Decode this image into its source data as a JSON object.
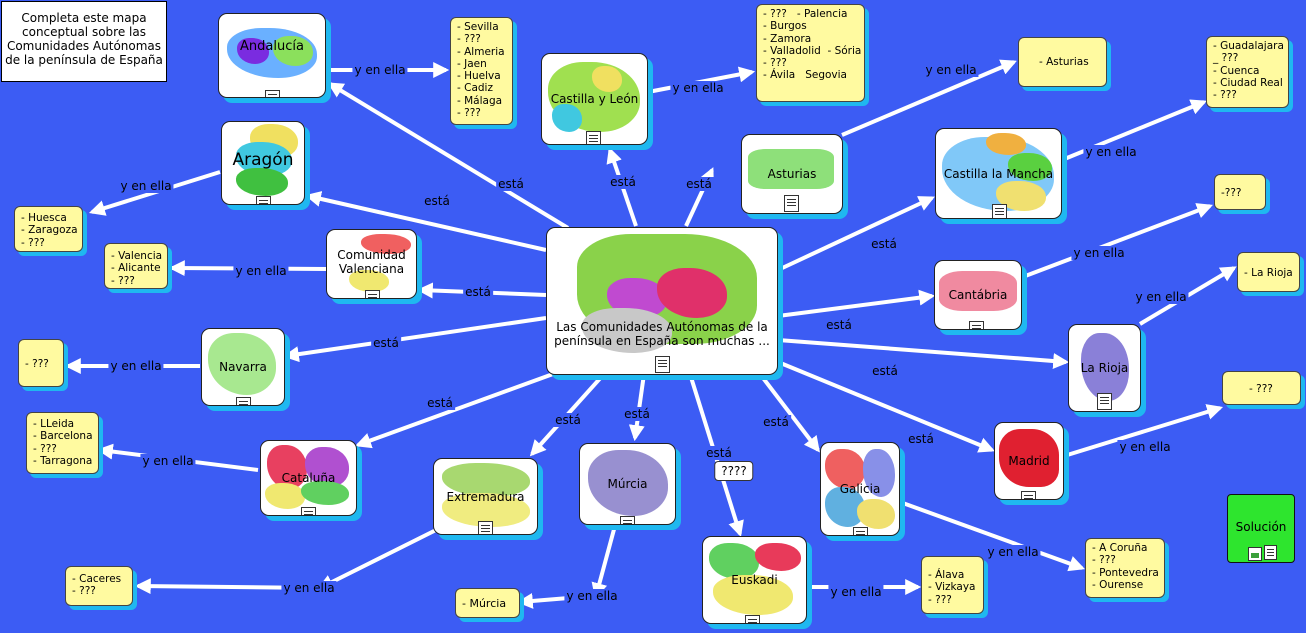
{
  "title": "Completa este mapa conceptual sobre las Comunidades Autónomas de la península de España",
  "center": {
    "text": "Las Comunidades Autónomas de la península en España son muchas ..."
  },
  "solution": "Solución",
  "link_labels": {
    "esta": "está",
    "y_en_ella": "y en ella",
    "unknown": "????"
  },
  "regions": [
    {
      "id": "andalucia",
      "name": "Andalucía",
      "link": "está",
      "color": "#6ab0ff"
    },
    {
      "id": "castilla-leon",
      "name": "Castilla y León",
      "link": "está",
      "color": "#a0e050"
    },
    {
      "id": "asturias",
      "name": "Asturias",
      "link": "está",
      "color": "#8ee07a"
    },
    {
      "id": "castilla-mancha",
      "name": "Castilla la Mancha",
      "link": "está",
      "color": "#f0b040"
    },
    {
      "id": "cantabria",
      "name": "Cantábria",
      "link": "está",
      "color": "#f08aa0"
    },
    {
      "id": "rioja",
      "name": "La Rioja",
      "link": "está",
      "color": "#8a80d8"
    },
    {
      "id": "madrid",
      "name": "Madrid",
      "link": "está",
      "color": "#e02030"
    },
    {
      "id": "galicia",
      "name": "Galicia",
      "link": "está",
      "color": "#80c0f0"
    },
    {
      "id": "euskadi",
      "name": "Euskadi",
      "link": "????",
      "color": "#60d060"
    },
    {
      "id": "murcia",
      "name": "Múrcia",
      "link": "está",
      "color": "#9890d0"
    },
    {
      "id": "extremadura",
      "name": "Extremadura",
      "link": "está",
      "color": "#e8e880"
    },
    {
      "id": "cataluna",
      "name": "Cataluña",
      "link": "está",
      "color": "#e84060"
    },
    {
      "id": "navarra",
      "name": "Navarra",
      "link": "está",
      "color": "#a8e890"
    },
    {
      "id": "valenciana",
      "name": "Comunidad Valenciana",
      "link": "está",
      "color": "#f06060"
    },
    {
      "id": "aragon",
      "name": "Aragón",
      "link": "está",
      "color": "#40c040"
    }
  ],
  "notes": [
    {
      "id": "andalucia",
      "text": "- Sevilla\n- ???\n- Almeria\n- Jaen\n- Huelva\n- Cadiz\n- Málaga\n- ???"
    },
    {
      "id": "castilla-leon",
      "text": "- ???   - Palencia\n- Burgos\n- Zamora\n- Valladolid  - Sória\n- ???\n- Ávila   Segovia"
    },
    {
      "id": "asturias",
      "text": "- Asturias"
    },
    {
      "id": "castilla-mancha",
      "text": "- Guadalajara\n_ ???\n- Cuenca\n- Ciudad Real\n- ???"
    },
    {
      "id": "cantabria",
      "text": "-???"
    },
    {
      "id": "rioja",
      "text": "- La Rioja"
    },
    {
      "id": "madrid",
      "text": "- ???"
    },
    {
      "id": "galicia",
      "text": "- A Coruña\n- ???\n- Pontevedra\n- Ourense"
    },
    {
      "id": "euskadi",
      "text": "- Álava\n- Vizkaya\n- ???"
    },
    {
      "id": "murcia",
      "text": "- Múrcia"
    },
    {
      "id": "extremadura",
      "text": "- Caceres\n- ???"
    },
    {
      "id": "cataluna",
      "text": "- LLeida\n- Barcelona\n- ???\n- Tarragona"
    },
    {
      "id": "navarra",
      "text": "- ???"
    },
    {
      "id": "valenciana",
      "text": "- Valencia\n- Alicante\n- ???"
    },
    {
      "id": "aragon",
      "text": "- Huesca\n- Zaragoza\n- ???"
    }
  ],
  "colors": {
    "background": "#3c5cf4",
    "shadow": "#1fb8f0",
    "note_bg": "#fffaa0",
    "solution_bg": "#2ee52e"
  }
}
